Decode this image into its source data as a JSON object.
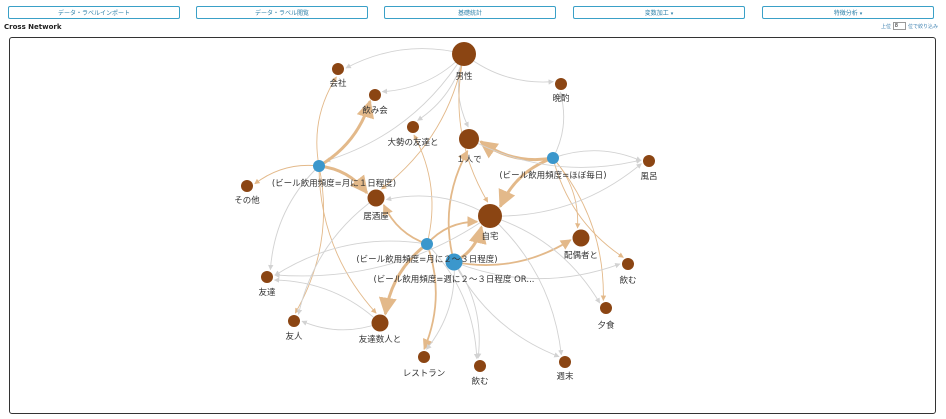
{
  "toolbar": {
    "import_label": "データ・ラベルインポート",
    "browse_label": "データ・ラベル閲覧",
    "stats_label": "基礎統計",
    "transform_label": "変数加工",
    "analysis_label": "特徴分析",
    "caret": "▾"
  },
  "section_title": "Cross Network",
  "topn": {
    "prefix": "上位",
    "value": "8",
    "suffix": "位で絞り込み"
  },
  "colors": {
    "category_node": "#8b4513",
    "condition_node": "#3b97cc",
    "edge_gray": "#d2d2d2",
    "edge_tan": "#e3b98a"
  },
  "nodes": [
    {
      "id": "male",
      "label": "男性",
      "kind": "category",
      "weight": 5
    },
    {
      "id": "company",
      "label": "会社",
      "kind": "category",
      "weight": 2
    },
    {
      "id": "drinking_party",
      "label": "飲み会",
      "kind": "category",
      "weight": 2
    },
    {
      "id": "evening_drink",
      "label": "晩酌",
      "kind": "category",
      "weight": 2
    },
    {
      "id": "many_friends",
      "label": "大勢の友達と",
      "kind": "category",
      "weight": 2
    },
    {
      "id": "alone",
      "label": "１人で",
      "kind": "category",
      "weight": 4
    },
    {
      "id": "bath",
      "label": "風呂",
      "kind": "category",
      "weight": 2
    },
    {
      "id": "other",
      "label": "その他",
      "kind": "category",
      "weight": 2
    },
    {
      "id": "izakaya",
      "label": "居酒屋",
      "kind": "category",
      "weight": 3
    },
    {
      "id": "home",
      "label": "自宅",
      "kind": "category",
      "weight": 5
    },
    {
      "id": "spouse",
      "label": "配偶者と",
      "kind": "category",
      "weight": 3
    },
    {
      "id": "drink_r",
      "label": "飲む",
      "kind": "category",
      "weight": 2
    },
    {
      "id": "friends",
      "label": "友達",
      "kind": "category",
      "weight": 2
    },
    {
      "id": "friend",
      "label": "友人",
      "kind": "category",
      "weight": 2
    },
    {
      "id": "several_friends",
      "label": "友達数人と",
      "kind": "category",
      "weight": 3
    },
    {
      "id": "dinner",
      "label": "夕食",
      "kind": "category",
      "weight": 2
    },
    {
      "id": "restaurant",
      "label": "レストラン",
      "kind": "category",
      "weight": 2
    },
    {
      "id": "drink_b",
      "label": "飲む",
      "kind": "category",
      "weight": 2
    },
    {
      "id": "weekend",
      "label": "週末",
      "kind": "category",
      "weight": 2
    },
    {
      "id": "freq_monthly1",
      "label": "(ビール飲用頻度=月に１日程度)",
      "kind": "condition",
      "weight": 2
    },
    {
      "id": "freq_daily",
      "label": "(ビール飲用頻度=ほぼ毎日)",
      "kind": "condition",
      "weight": 2
    },
    {
      "id": "freq_monthly23",
      "label": "(ビール飲用頻度=月に２〜３日程度)",
      "kind": "condition",
      "weight": 2
    },
    {
      "id": "freq_weekly23",
      "label": "(ビール飲用頻度=週に２〜３日程度 OR...",
      "kind": "condition",
      "weight": 3
    }
  ],
  "edges": [
    {
      "from": "male",
      "to": "company",
      "strength": 1,
      "style": "gray"
    },
    {
      "from": "male",
      "to": "drinking_party",
      "strength": 1,
      "style": "gray"
    },
    {
      "from": "male",
      "to": "evening_drink",
      "strength": 1,
      "style": "gray"
    },
    {
      "from": "male",
      "to": "many_friends",
      "strength": 1,
      "style": "gray"
    },
    {
      "from": "male",
      "to": "alone",
      "strength": 1,
      "style": "gray"
    },
    {
      "from": "male",
      "to": "freq_monthly1",
      "strength": 1,
      "style": "gray"
    },
    {
      "from": "male",
      "to": "home",
      "strength": 1,
      "style": "tan"
    },
    {
      "from": "male",
      "to": "izakaya",
      "strength": 1,
      "style": "tan"
    },
    {
      "from": "freq_monthly1",
      "to": "drinking_party",
      "strength": 3,
      "style": "tan"
    },
    {
      "from": "freq_monthly1",
      "to": "izakaya",
      "strength": 3,
      "style": "tan"
    },
    {
      "from": "freq_monthly1",
      "to": "other",
      "strength": 1,
      "style": "tan"
    },
    {
      "from": "freq_monthly1",
      "to": "company",
      "strength": 1,
      "style": "tan"
    },
    {
      "from": "freq_monthly1",
      "to": "friends",
      "strength": 1,
      "style": "gray"
    },
    {
      "from": "freq_monthly1",
      "to": "friend",
      "strength": 1,
      "style": "tan"
    },
    {
      "from": "freq_monthly1",
      "to": "several_friends",
      "strength": 1,
      "style": "tan"
    },
    {
      "from": "freq_daily",
      "to": "alone",
      "strength": 3,
      "style": "tan"
    },
    {
      "from": "freq_daily",
      "to": "home",
      "strength": 3,
      "style": "tan"
    },
    {
      "from": "freq_daily",
      "to": "bath",
      "strength": 1,
      "style": "gray"
    },
    {
      "from": "freq_daily",
      "to": "evening_drink",
      "strength": 1,
      "style": "gray"
    },
    {
      "from": "freq_daily",
      "to": "spouse",
      "strength": 1,
      "style": "tan"
    },
    {
      "from": "freq_daily",
      "to": "drink_r",
      "strength": 1,
      "style": "tan"
    },
    {
      "from": "freq_daily",
      "to": "dinner",
      "strength": 1,
      "style": "tan"
    },
    {
      "from": "alone",
      "to": "bath",
      "strength": 1,
      "style": "gray"
    },
    {
      "from": "freq_monthly23",
      "to": "izakaya",
      "strength": 2,
      "style": "tan"
    },
    {
      "from": "freq_monthly23",
      "to": "several_friends",
      "strength": 3,
      "style": "tan"
    },
    {
      "from": "freq_monthly23",
      "to": "restaurant",
      "strength": 2,
      "style": "tan"
    },
    {
      "from": "freq_monthly23",
      "to": "many_friends",
      "strength": 1,
      "style": "tan"
    },
    {
      "from": "freq_monthly23",
      "to": "drink_b",
      "strength": 1,
      "style": "gray"
    },
    {
      "from": "freq_monthly23",
      "to": "friends",
      "strength": 1,
      "style": "gray"
    },
    {
      "from": "freq_monthly23",
      "to": "home",
      "strength": 2,
      "style": "tan"
    },
    {
      "from": "freq_weekly23",
      "to": "home",
      "strength": 3,
      "style": "tan"
    },
    {
      "from": "freq_weekly23",
      "to": "alone",
      "strength": 2,
      "style": "tan"
    },
    {
      "from": "freq_weekly23",
      "to": "spouse",
      "strength": 2,
      "style": "tan"
    },
    {
      "from": "freq_weekly23",
      "to": "drink_b",
      "strength": 1,
      "style": "gray"
    },
    {
      "from": "freq_weekly23",
      "to": "weekend",
      "strength": 1,
      "style": "gray"
    },
    {
      "from": "freq_weekly23",
      "to": "restaurant",
      "strength": 1,
      "style": "gray"
    },
    {
      "from": "freq_weekly23",
      "to": "drink_r",
      "strength": 1,
      "style": "gray"
    },
    {
      "from": "home",
      "to": "dinner",
      "strength": 1,
      "style": "gray"
    },
    {
      "from": "home",
      "to": "bath",
      "strength": 1,
      "style": "gray"
    },
    {
      "from": "home",
      "to": "weekend",
      "strength": 1,
      "style": "gray"
    },
    {
      "from": "home",
      "to": "izakaya",
      "strength": 1,
      "style": "gray"
    },
    {
      "from": "home",
      "to": "friends",
      "strength": 1,
      "style": "gray"
    },
    {
      "from": "izakaya",
      "to": "friend",
      "strength": 1,
      "style": "gray"
    },
    {
      "from": "several_friends",
      "to": "friend",
      "strength": 1,
      "style": "gray"
    },
    {
      "from": "several_friends",
      "to": "friends",
      "strength": 1,
      "style": "gray"
    }
  ]
}
